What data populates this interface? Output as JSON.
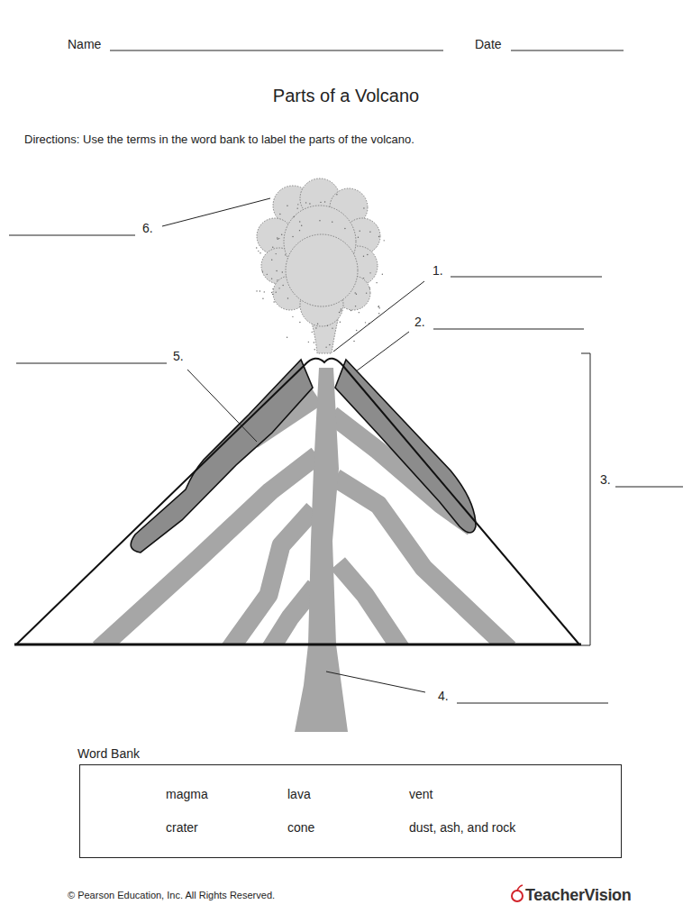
{
  "diagram": {
    "title": "Parts of a Volcano",
    "nodes": [
      {
        "text": [
          "Word Bank",
          "magma",
          "lava",
          "vent",
          "crater",
          "cone",
          "dust, ash, and rock"
        ]
      }
    ],
    "labels": [
      "Name",
      "Date",
      "Directions: Use the terms in the word bank to label the parts of the volcano.",
      "6.",
      "1.",
      "2.",
      "5.",
      "3.",
      "4.",
      "© Pearson Education, Inc. All Rights Reserved.",
      "TeacherVision"
    ]
  }
}
